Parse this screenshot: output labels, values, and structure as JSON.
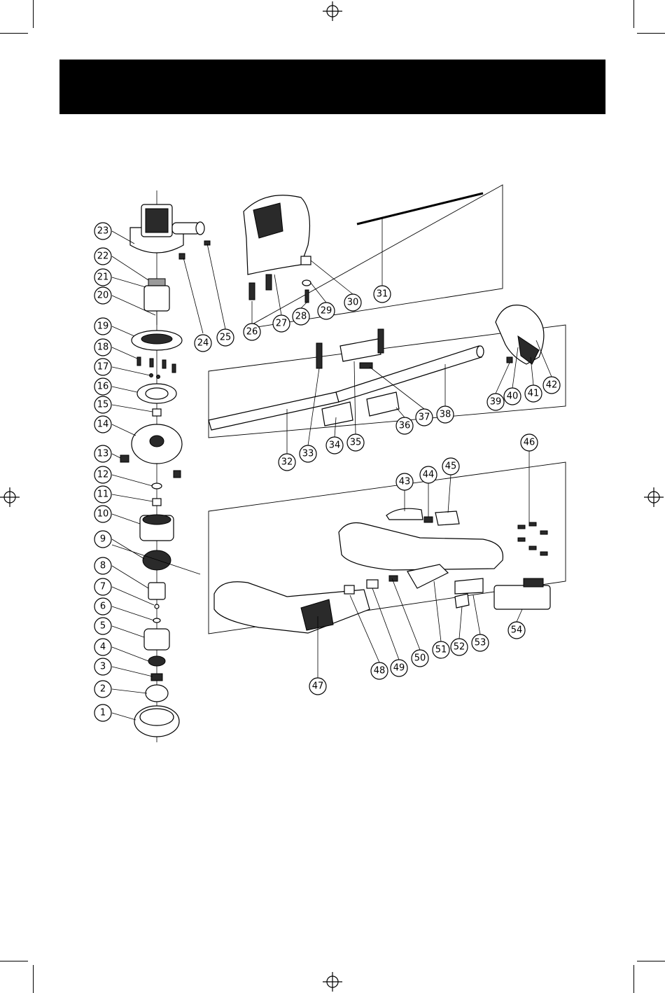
{
  "header": {
    "title": ""
  },
  "callouts": {
    "c1": "1",
    "c2": "2",
    "c3": "3",
    "c4": "4",
    "c5": "5",
    "c6": "6",
    "c7": "7",
    "c8": "8",
    "c9": "9",
    "c10": "10",
    "c11": "11",
    "c12": "12",
    "c13": "13",
    "c14": "14",
    "c15": "15",
    "c16": "16",
    "c17": "17",
    "c18": "18",
    "c19": "19",
    "c20": "20",
    "c21": "21",
    "c22": "22",
    "c23": "23",
    "c24": "24",
    "c25": "25",
    "c26": "26",
    "c27": "27",
    "c28": "28",
    "c29": "29",
    "c30": "30",
    "c31": "31",
    "c32": "32",
    "c33": "33",
    "c34": "34",
    "c35": "35",
    "c36": "36",
    "c37": "37",
    "c38": "38",
    "c39": "39",
    "c40": "40",
    "c41": "41",
    "c42": "42",
    "c43": "43",
    "c44": "44",
    "c45": "45",
    "c46": "46",
    "c47": "47",
    "c48": "48",
    "c49": "49",
    "c50": "50",
    "c51": "51",
    "c52": "52",
    "c53": "53",
    "c54": "54"
  }
}
